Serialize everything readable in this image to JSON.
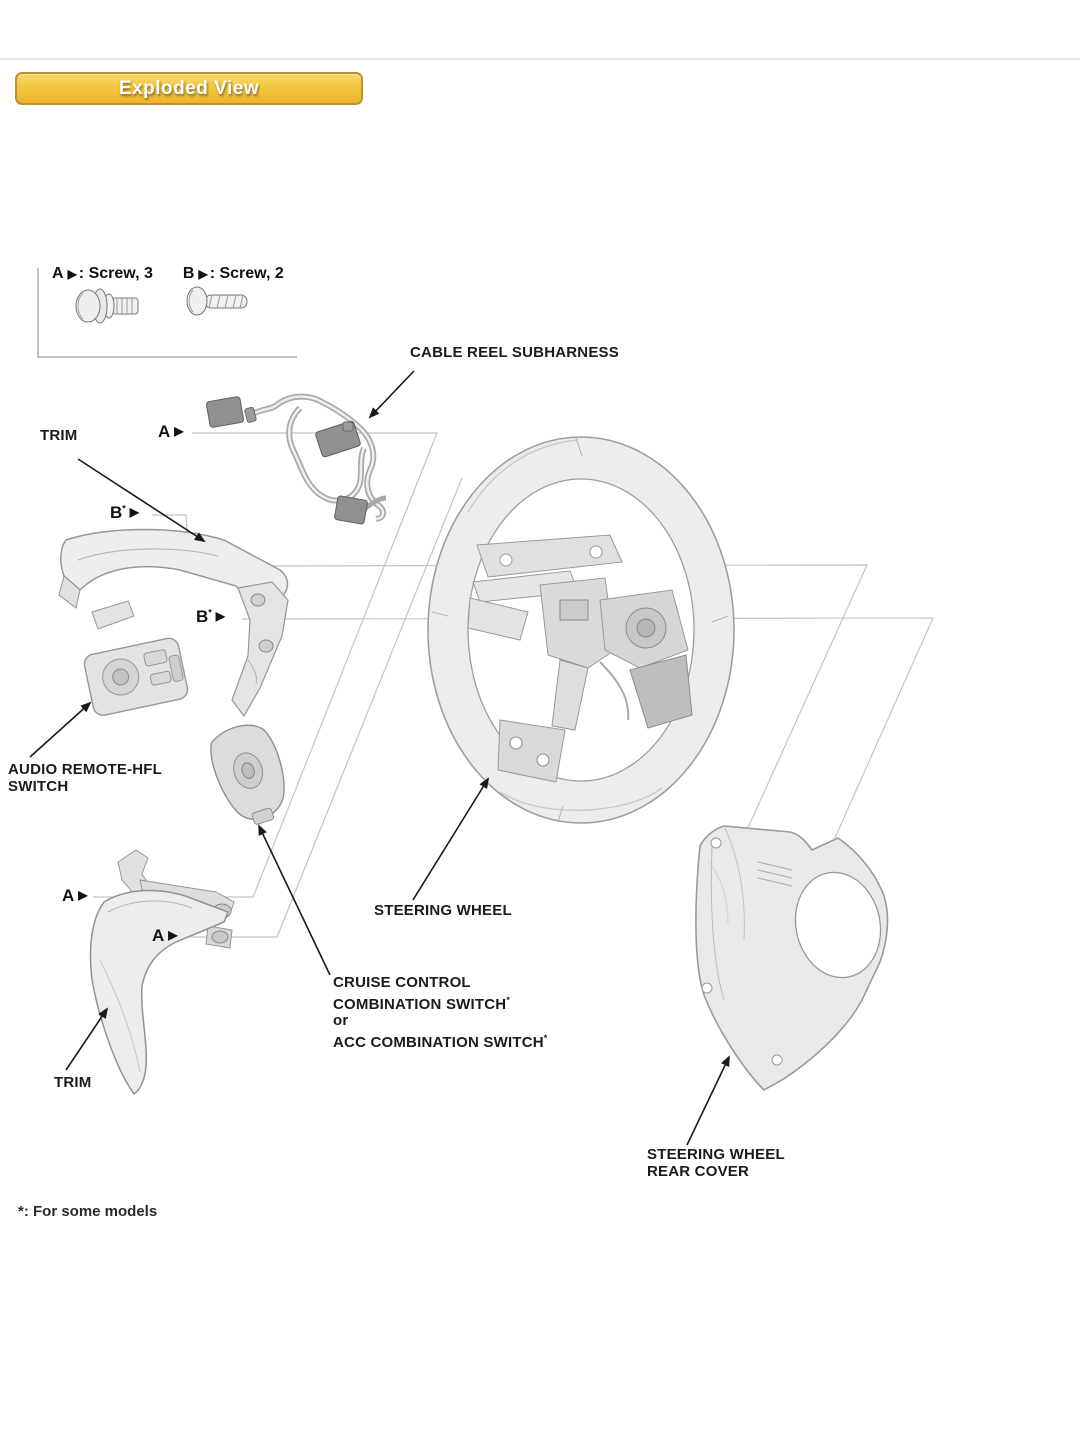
{
  "colors": {
    "button_gold_top": "#f9d96e",
    "button_gold_bottom": "#e9b42c",
    "button_border": "#c09132",
    "construction_line": "#c3c3c3",
    "ink": "#1b1b1b"
  },
  "title_button": {
    "label": "Exploded View"
  },
  "legend": {
    "items": [
      {
        "letter": "A",
        "desc": ": Screw, 3"
      },
      {
        "letter": "B",
        "desc": ": Screw, 2"
      }
    ]
  },
  "icons": {
    "marker_arrow": "▶",
    "screw_a": "pan-head-screw-with-washer",
    "screw_b": "tapping-screw"
  },
  "sup_mark": "*",
  "markers": [
    {
      "letter": "A",
      "sup": ""
    },
    {
      "letter": "B",
      "sup": "*"
    },
    {
      "letter": "B",
      "sup": "*"
    },
    {
      "letter": "A",
      "sup": ""
    },
    {
      "letter": "A",
      "sup": ""
    }
  ],
  "labels": {
    "cable_reel": "CABLE REEL SUBHARNESS",
    "trim_top": "TRIM",
    "audio_line1": "AUDIO REMOTE-HFL",
    "audio_line2": "SWITCH",
    "steering_wheel": "STEERING WHEEL",
    "cruise_line1": "CRUISE CONTROL",
    "cruise_line2": "COMBINATION SWITCH",
    "cruise_line3": "or",
    "cruise_line4": "ACC COMBINATION SWITCH",
    "trim_bottom": "TRIM",
    "rear_cover_line1": "STEERING WHEEL",
    "rear_cover_line2": "REAR COVER"
  },
  "footnote": "*: For some models"
}
